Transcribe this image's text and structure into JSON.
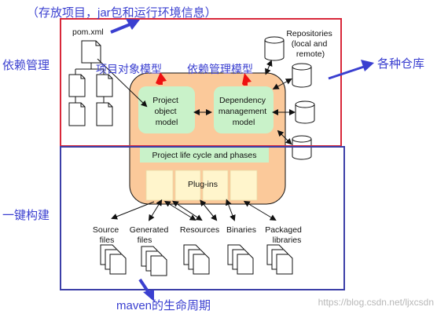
{
  "annotations": {
    "top_note": "（存放项目，jar包和运行环境信息）",
    "dependency_management": "依赖管理",
    "project_object_model_cn": "项目对象模型",
    "dependency_management_model_cn": "依赖管理模型",
    "repositories_cn": "各种仓库",
    "build_cn": "一键构建",
    "lifecycle_cn": "maven的生命周期"
  },
  "labels": {
    "pom": "pom.xml",
    "repositories": [
      "Repositories",
      "(local and",
      "remote)"
    ],
    "project_object_model": [
      "Project",
      "object",
      "model"
    ],
    "dependency_model": [
      "Dependency",
      "management",
      "model"
    ],
    "lifecycle": "Project life cycle and phases",
    "plugins": "Plug-ins",
    "outputs": [
      {
        "lines": [
          "Source",
          "files"
        ]
      },
      {
        "lines": [
          "Generated",
          "files"
        ]
      },
      {
        "lines": [
          "Resources"
        ]
      },
      {
        "lines": [
          "Binaries"
        ]
      },
      {
        "lines": [
          "Packaged",
          "libraries"
        ]
      }
    ]
  },
  "watermark": "https://blog.csdn.net/ljxcsdn",
  "colors": {
    "annotation_blue": "#3a3fd0",
    "dependency_box": "#d8283a",
    "build_box": "#3c3fa8",
    "core_orange": "#fbc99a",
    "model_green": "#c9f2c9",
    "plugin_yellow": "#fff5cc",
    "red_arrow": "#ee1111"
  }
}
